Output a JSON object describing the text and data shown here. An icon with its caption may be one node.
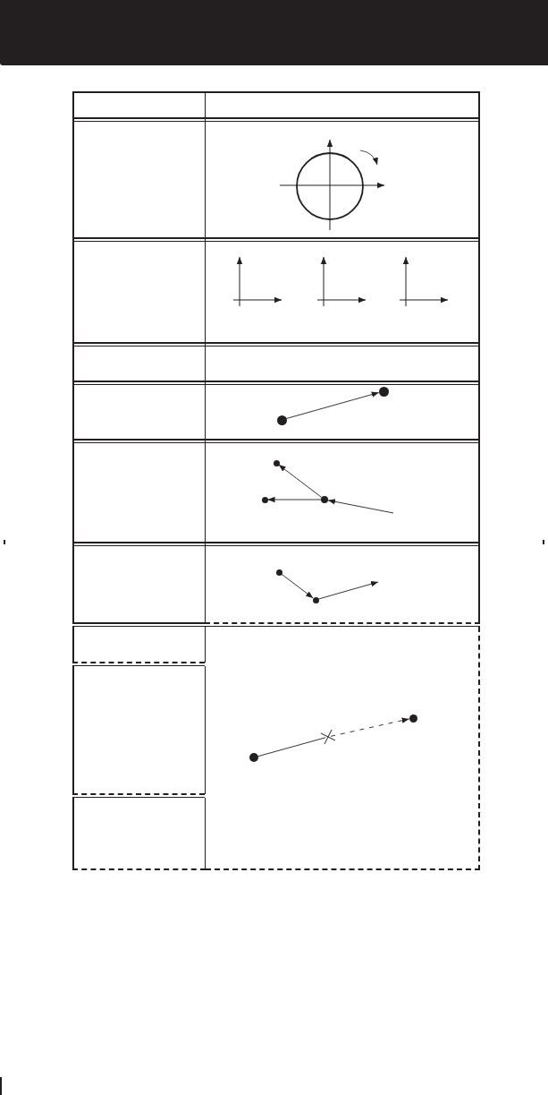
{
  "diagram": {
    "nodes": [
      {
        "text": [],
        "shape": "circle"
      },
      {
        "text": [],
        "shape": "circle"
      },
      {
        "text": [],
        "shape": "circle"
      },
      {
        "text": [],
        "shape": "circle"
      },
      {
        "text": [],
        "shape": "circle"
      },
      {
        "text": [],
        "shape": "circle"
      },
      {
        "text": [],
        "shape": "circle"
      },
      {
        "text": [],
        "shape": "circle"
      },
      {
        "text": [],
        "shape": "cross"
      },
      {
        "text": [],
        "shape": "circle"
      }
    ],
    "edges": [
      {
        "from": 0,
        "to": 1,
        "arrow": "to"
      },
      {
        "from": 4,
        "to": 3,
        "arrow": "to"
      },
      {
        "from": 4,
        "to": 2,
        "arrow": "to"
      },
      {
        "from": null,
        "to": 4,
        "arrow": "to"
      },
      {
        "from": 5,
        "to": 6,
        "arrow": "to"
      },
      {
        "from": 6,
        "to": null,
        "arrow": "to"
      },
      {
        "from": 7,
        "to": 8,
        "arrow": "none"
      },
      {
        "from": 8,
        "to": 9,
        "arrow": "to",
        "style": "dashed"
      }
    ]
  }
}
